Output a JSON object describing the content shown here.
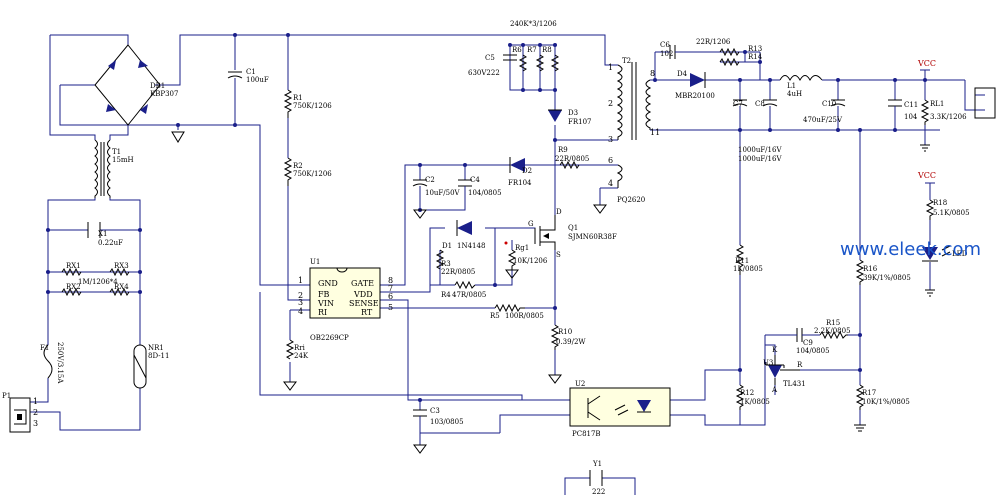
{
  "watermark": "www.eleek.com",
  "vcc": "VCC",
  "components": {
    "db1": [
      "DB1",
      "KBP307"
    ],
    "c1": [
      "C1",
      "100uF"
    ],
    "r1": [
      "R1",
      "750K/1206"
    ],
    "r2": [
      "R2",
      "750K/1206"
    ],
    "t1": [
      "T1",
      "15mH"
    ],
    "x1": [
      "X1",
      "0.22uF"
    ],
    "rx1": "RX1",
    "rx2": "RX2",
    "rx3": "RX3",
    "rx4": "RX4",
    "rx_value": "1M/1206*4",
    "f1": [
      "F1",
      "250V/3.15A"
    ],
    "nr1": [
      "NR1",
      "8D-11"
    ],
    "p1": "P1",
    "p1_pins": [
      "1",
      "2",
      "3"
    ],
    "u1": [
      "U1",
      "OB2269CP"
    ],
    "u1_left_pins": [
      [
        "1",
        "GND"
      ],
      [
        "2",
        "FB"
      ],
      [
        "3",
        "VIN"
      ],
      [
        "4",
        "RI"
      ]
    ],
    "u1_right_pins": [
      [
        "8",
        "GATE"
      ],
      [
        "7",
        "VDD"
      ],
      [
        "6",
        "SENSE"
      ],
      [
        "5",
        "RT"
      ]
    ],
    "rri": [
      "Rri",
      "24K"
    ],
    "c2": [
      "C2",
      "10uF/50V"
    ],
    "c4": [
      "C4",
      "104/0805"
    ],
    "d2": [
      "D2",
      "FR104"
    ],
    "r9": [
      "R9",
      "22R/0805"
    ],
    "d1": [
      "D1",
      "1N4148"
    ],
    "r3": [
      "R3",
      "22R/0805"
    ],
    "r4": [
      "R4",
      "47R/0805"
    ],
    "rg1": [
      "Rg1",
      "10K/1206"
    ],
    "q1": [
      "Q1",
      "SJMN60R38F"
    ],
    "gds": [
      "G",
      "D",
      "S"
    ],
    "r5": [
      "R5",
      "100R/0805"
    ],
    "r10": [
      "R10",
      "0.39/2W"
    ],
    "c3": [
      "C3",
      "103/0805"
    ],
    "u2": [
      "U2",
      "PC817B"
    ],
    "c5": [
      "C5",
      "630V222"
    ],
    "r6": "R6",
    "r7": "R7",
    "r8": "R8",
    "r678_value": "240K*3/1206",
    "d3": [
      "D3",
      "FR107"
    ],
    "t2": "T2",
    "t2_pins": [
      "1",
      "2",
      "3",
      "6",
      "4",
      "8",
      "11"
    ],
    "pq": "PQ2620",
    "c6": [
      "C6",
      "102"
    ],
    "r1314": [
      "R13",
      "R14",
      "22R/1206"
    ],
    "d4": [
      "D4",
      "MBR20100"
    ],
    "l1": [
      "L1",
      "4uH"
    ],
    "c7": "C7",
    "c8": "C8",
    "c78_value": [
      "1000uF/16V",
      "1000uF/16V"
    ],
    "c10": [
      "C10",
      "470uF/25V"
    ],
    "c11": [
      "C11",
      "104"
    ],
    "rl1": [
      "RL1",
      "3.3K/1206"
    ],
    "r18": [
      "R18",
      "5.1K/0805"
    ],
    "led": "LED",
    "r11": [
      "R11",
      "1K/0805"
    ],
    "r12": [
      "R12",
      "1K/0805"
    ],
    "c9": [
      "C9",
      "104/0805"
    ],
    "r15": [
      "R15",
      "2.2K/0805"
    ],
    "r16": [
      "R16",
      "39K/1%/0805"
    ],
    "r17": [
      "R17",
      "10K/1%/0805"
    ],
    "u3": [
      "U3",
      "TL431"
    ],
    "tl_pins": [
      "K",
      "R",
      "A"
    ],
    "y1": [
      "Y1",
      "222"
    ]
  }
}
